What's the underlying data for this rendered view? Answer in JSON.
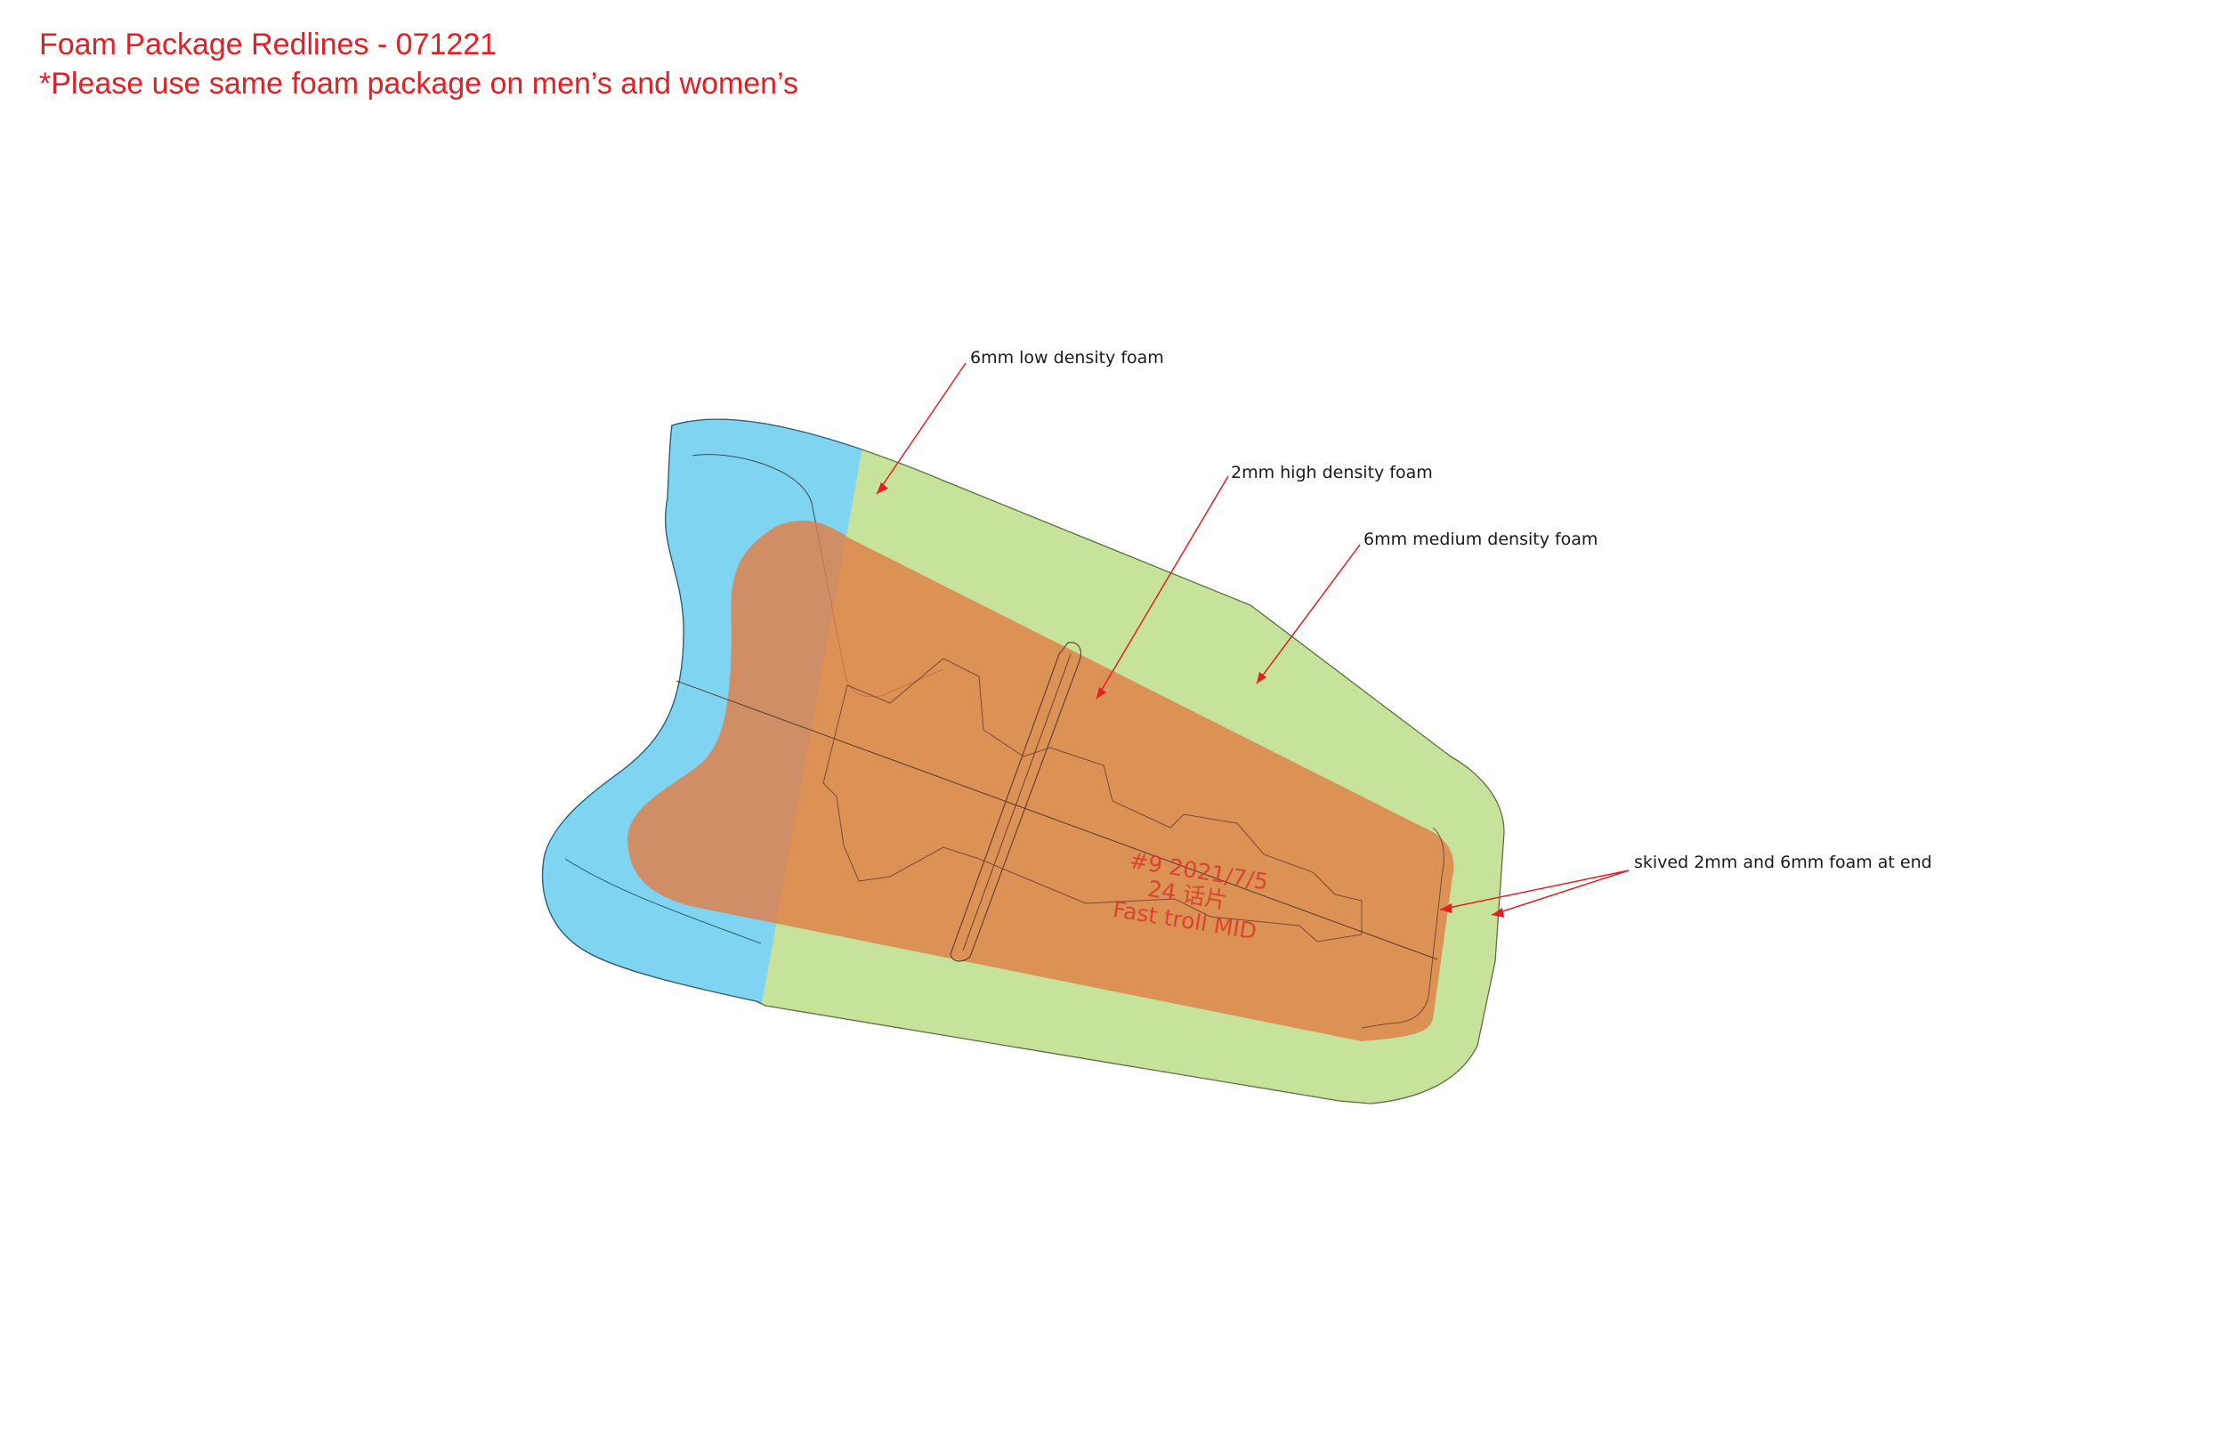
{
  "header": {
    "title": "Foam Package Redlines - 071221",
    "note": "*Please use same foam package on men’s and women’s"
  },
  "callouts": {
    "low_density": "6mm low density foam",
    "high_density": "2mm high density foam",
    "medium_density": "6mm medium density foam",
    "skived": "skived 2mm and 6mm foam at end"
  },
  "stamp": {
    "line1": "#9  2021/7/5",
    "line2": "24 话片",
    "line3": "Fast troll  MID"
  },
  "colors": {
    "accent_red": "#e31e24",
    "low_density_foam": "#7fd4f2",
    "medium_density_foam": "#c6e29b",
    "high_density_foam": "#dd8f5c"
  }
}
